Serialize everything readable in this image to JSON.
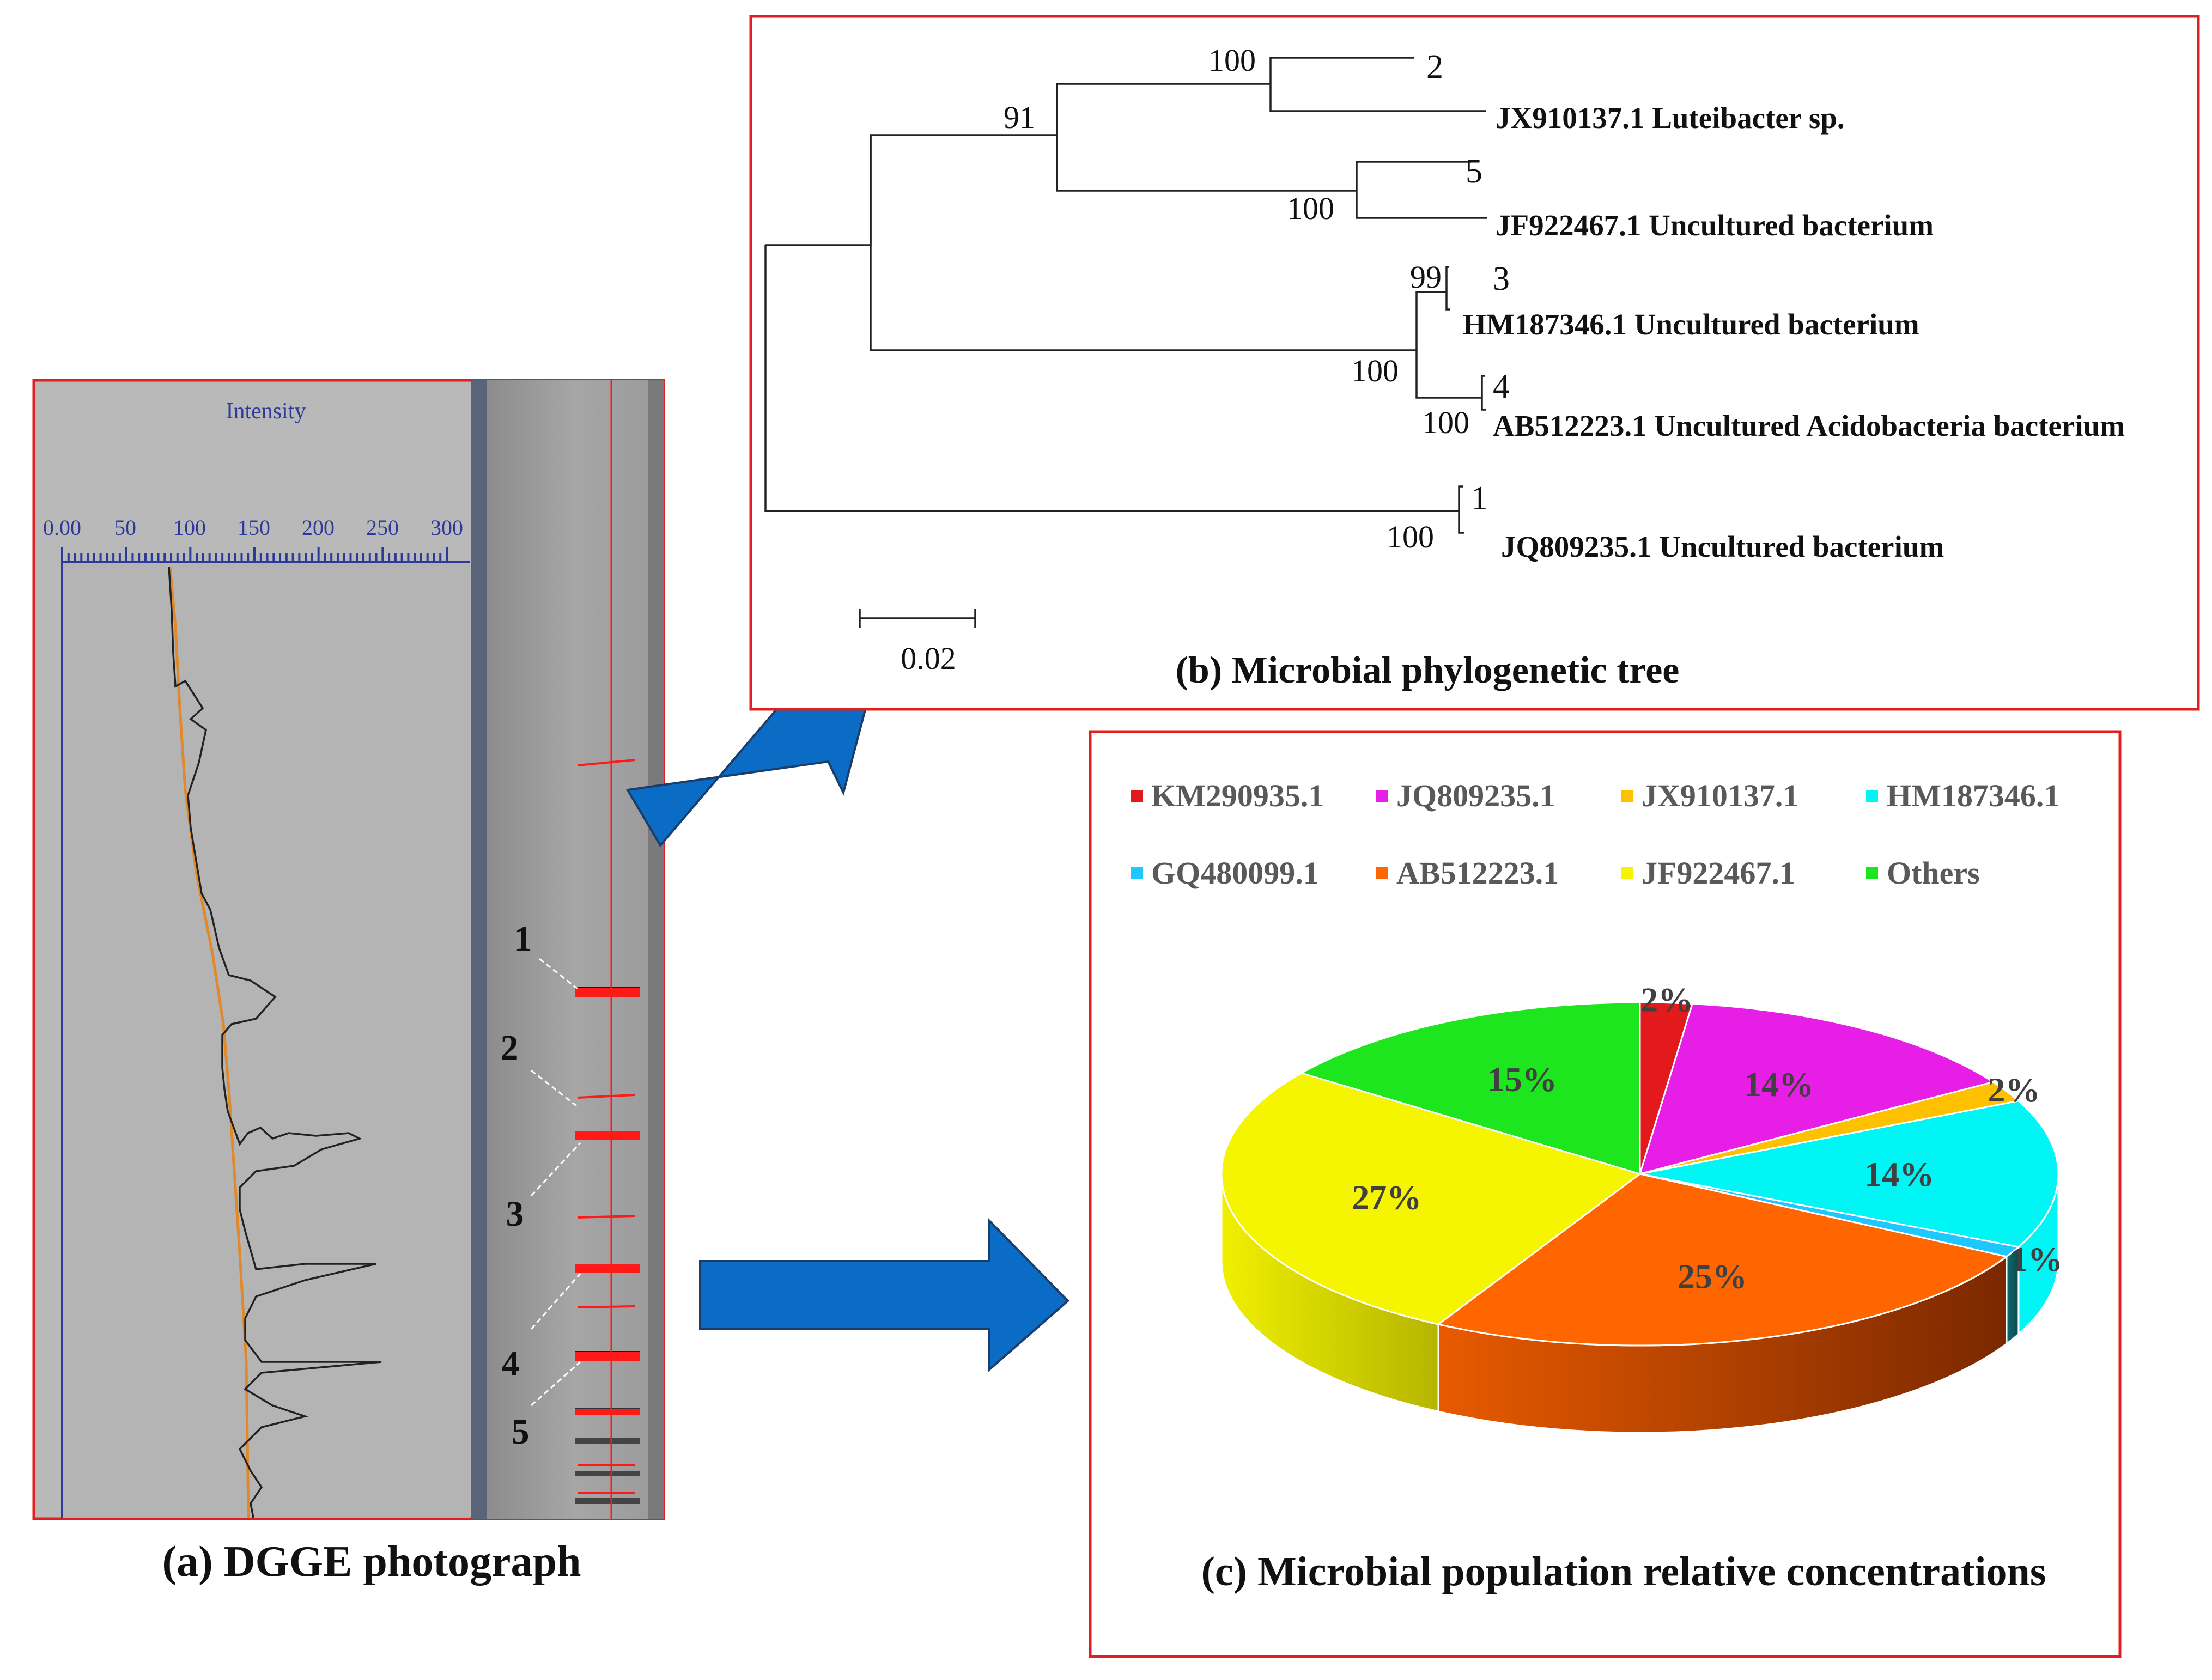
{
  "panel_a": {
    "caption": "(a) DGGE photograph",
    "axis_title": "Intensity",
    "axis_ticks": [
      "0.00",
      "50",
      "100",
      "150",
      "200",
      "250",
      "300"
    ],
    "band_labels": [
      "1",
      "2",
      "3",
      "4",
      "5"
    ],
    "colors": {
      "frame": "#e02020",
      "plot_bg": "#b9b9b9",
      "axis": "#2d3a9a",
      "baseline": "#e0892a",
      "band_mark": "#ff1a1a"
    }
  },
  "panel_b": {
    "caption": "(b) Microbial phylogenetic tree",
    "scale_label": "0.02",
    "leaves": [
      {
        "label": "2",
        "bold": false
      },
      {
        "label": "JX910137.1 Luteibacter sp.",
        "bold": true
      },
      {
        "label": "5",
        "bold": false
      },
      {
        "label": "JF922467.1 Uncultured bacterium",
        "bold": true
      },
      {
        "label": "3",
        "bold": false
      },
      {
        "label": "HM187346.1 Uncultured bacterium",
        "bold": true
      },
      {
        "label": "4",
        "bold": false
      },
      {
        "label": "AB512223.1 Uncultured Acidobacteria bacterium",
        "bold": true
      },
      {
        "label": "1",
        "bold": false
      },
      {
        "label": "JQ809235.1 Uncultured bacterium",
        "bold": true
      }
    ],
    "bootstrap": [
      "100",
      "91",
      "100",
      "99",
      "100",
      "100",
      "100"
    ]
  },
  "panel_c": {
    "caption": "(c) Microbial population relative concentrations",
    "chart_data": {
      "type": "pie",
      "categories": [
        "KM290935.1",
        "JQ809235.1",
        "JX910137.1",
        "HM187346.1",
        "GQ480099.1",
        "AB512223.1",
        "JF922467.1",
        "Others"
      ],
      "values": [
        2,
        14,
        2,
        14,
        1,
        25,
        27,
        15
      ],
      "data_labels": [
        "2%",
        "14%",
        "2%",
        "14%",
        "1%",
        "25%",
        "27%",
        "15%"
      ],
      "colors": [
        "#e31a1c",
        "#e61ee6",
        "#ffc000",
        "#00f5f5",
        "#1ec8ff",
        "#ff6600",
        "#f5f500",
        "#1ee61e"
      ],
      "legend_position": "top",
      "view": "3d"
    }
  },
  "arrows": {
    "color": "#0a6cc4"
  }
}
